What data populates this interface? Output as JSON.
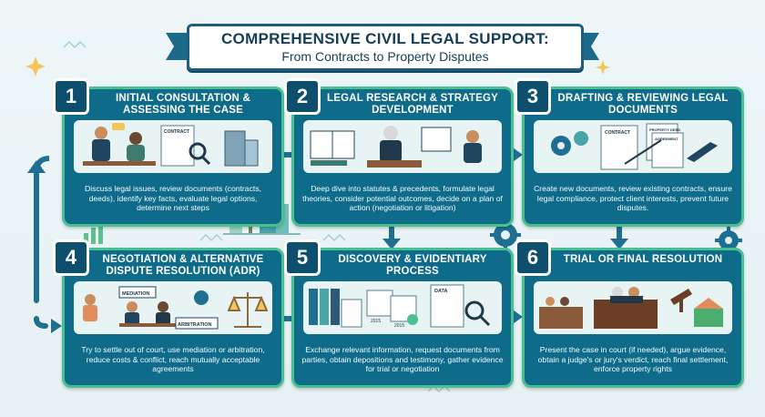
{
  "title": {
    "line1": "COMPREHENSIVE CIVIL LEGAL SUPPORT:",
    "line2": "From Contracts to Property Disputes"
  },
  "steps": [
    {
      "number": "1",
      "heading": "INITIAL CONSULTATION & ASSESSING THE CASE",
      "text": "Discuss legal issues, review documents (contracts, deeds), identify key facts, evaluate legal options, determine next steps",
      "labels": [
        "CONTRACT"
      ]
    },
    {
      "number": "2",
      "heading": "LEGAL RESEARCH & STRATEGY DEVELOPMENT",
      "text": "Deep dive into statutes & precedents, formulate legal theories, consider potential outcomes, decide on a plan of action (negotiation or litigation)",
      "labels": []
    },
    {
      "number": "3",
      "heading": "DRAFTING & REVIEWING LEGAL DOCUMENTS",
      "text": "Create new documents, review existing contracts, ensure legal compliance, protect client interests, prevent future disputes.",
      "labels": [
        "CONTRACT",
        "PROPERTY DEED",
        "AGREEMENT"
      ]
    },
    {
      "number": "4",
      "heading": "NEGOTIATION & ALTERNATIVE DISPUTE RESOLUTION (ADR)",
      "text": "Try to settle out of court, use mediation or arbitration, reduce costs & conflict, reach mutually acceptable agreements",
      "labels": [
        "MEDIATION",
        "ARBITRATION"
      ]
    },
    {
      "number": "5",
      "heading": "DISCOVERY & EVIDENTIARY PROCESS",
      "text": "Exchange relevant information, request documents from parties, obtain depositions and testimony, gather evidence for trial or negotiation",
      "labels": [
        "DATA",
        "2015",
        "2015"
      ]
    },
    {
      "number": "6",
      "heading": "TRIAL OR FINAL RESOLUTION",
      "text": "Present the case in court (if needed), argue evidence, obtain a judge's or jury's verdict, reach final settlement, enforce property rights",
      "labels": []
    }
  ],
  "colors": {
    "card_bg": "#0f6b8a",
    "card_border": "#49c08f",
    "title_text": "#153d55",
    "arrow": "#1f6f92"
  }
}
